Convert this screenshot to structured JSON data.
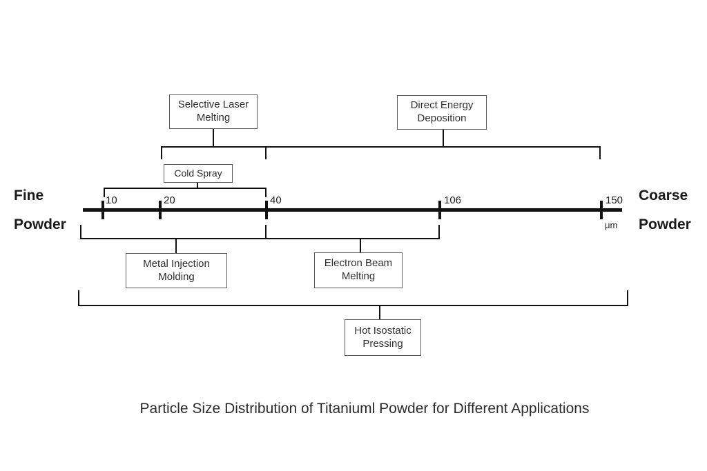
{
  "caption": "Particle Size Distribution of Titaniuml Powder for Different Applications",
  "colors": {
    "line": "#111111",
    "box_border": "#595959",
    "text": "#2e2e2e",
    "background": "#ffffff"
  },
  "axis": {
    "unit": "μm",
    "left_label": [
      "Fine",
      "Powder"
    ],
    "right_label": [
      "Coarse",
      "Powder"
    ],
    "ticks": [
      "10",
      "20",
      "40",
      "106",
      "150"
    ]
  },
  "applications": [
    {
      "name": "Selective Laser Melting",
      "label_lines": [
        "Selective Laser",
        "Melting"
      ],
      "side": "above",
      "range_um": [
        20,
        40
      ]
    },
    {
      "name": "Direct Energy Deposition",
      "label_lines": [
        "Direct Energy",
        "Deposition"
      ],
      "side": "above",
      "range_um": [
        40,
        150
      ]
    },
    {
      "name": "Cold Spray",
      "label_lines": [
        "Cold Spray"
      ],
      "side": "above",
      "range_um": [
        10,
        40
      ]
    },
    {
      "name": "Metal Injection Molding",
      "label_lines": [
        "Metal Injection",
        "Molding"
      ],
      "side": "below",
      "range_um": [
        null,
        40
      ],
      "range_note": "bracket spans from axis start to 40"
    },
    {
      "name": "Electron Beam Melting",
      "label_lines": [
        "Electron Beam",
        "Melting"
      ],
      "side": "below",
      "range_um": [
        40,
        106
      ]
    },
    {
      "name": "Hot Isostatic Pressing",
      "label_lines": [
        "Hot Isostatic",
        "Pressing"
      ],
      "side": "below",
      "range_um": [
        null,
        null
      ],
      "range_note": "bracket spans entire axis"
    }
  ]
}
